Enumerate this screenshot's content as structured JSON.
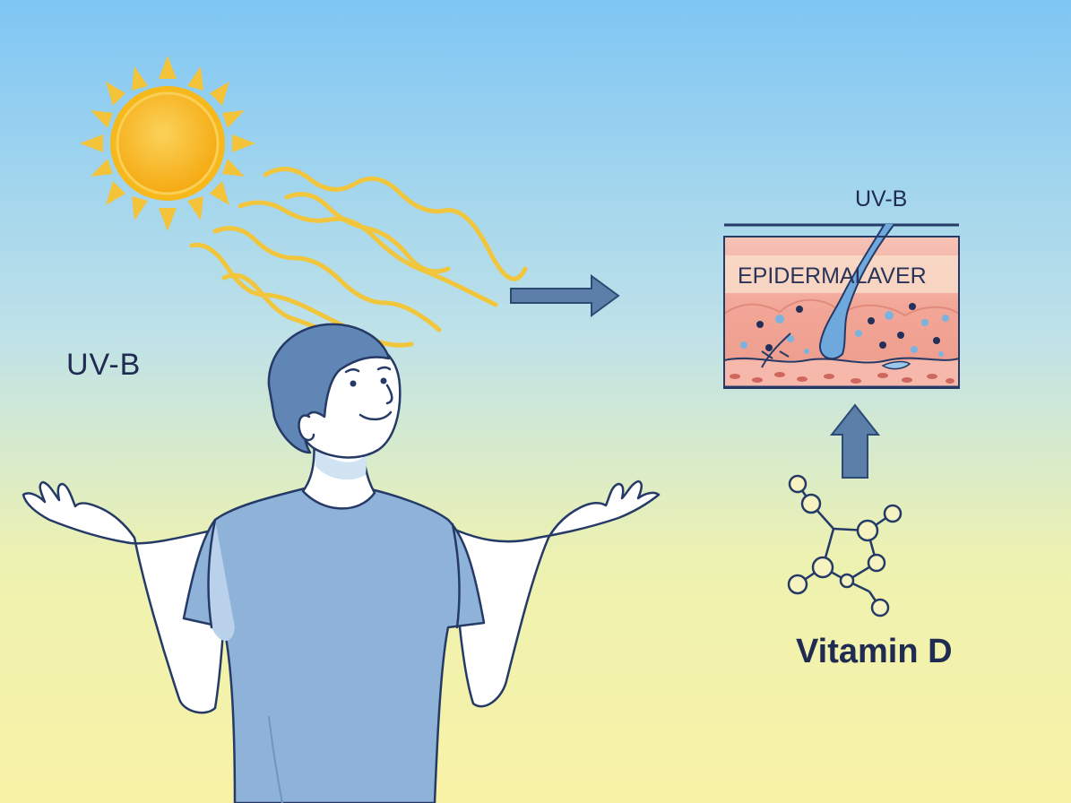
{
  "labels": {
    "uvb_left": "UV-B",
    "uvb_skin": "UV-B",
    "epidermal_layer": "EPIDERMALAVER",
    "vitamin_d": "Vitamin D"
  },
  "colors": {
    "sky_top": "#7fc6f4",
    "sky_bottom": "#f6f2a8",
    "sun_core": "#f6b21a",
    "sun_rays": "#f3c33a",
    "uv_waves": "#f2c63c",
    "person_skin": "#ffffff",
    "person_outline": "#253a66",
    "shirt": "#8fb3d8",
    "hair": "#5f86b4",
    "skin_layer": "#f3a99b",
    "follicle": "#6fa8dc",
    "arrow": "#5b7fa8",
    "text": "#1f2b52"
  },
  "icons": [
    "sun-icon",
    "right-arrow-icon",
    "up-arrow-icon",
    "molecule-icon"
  ]
}
